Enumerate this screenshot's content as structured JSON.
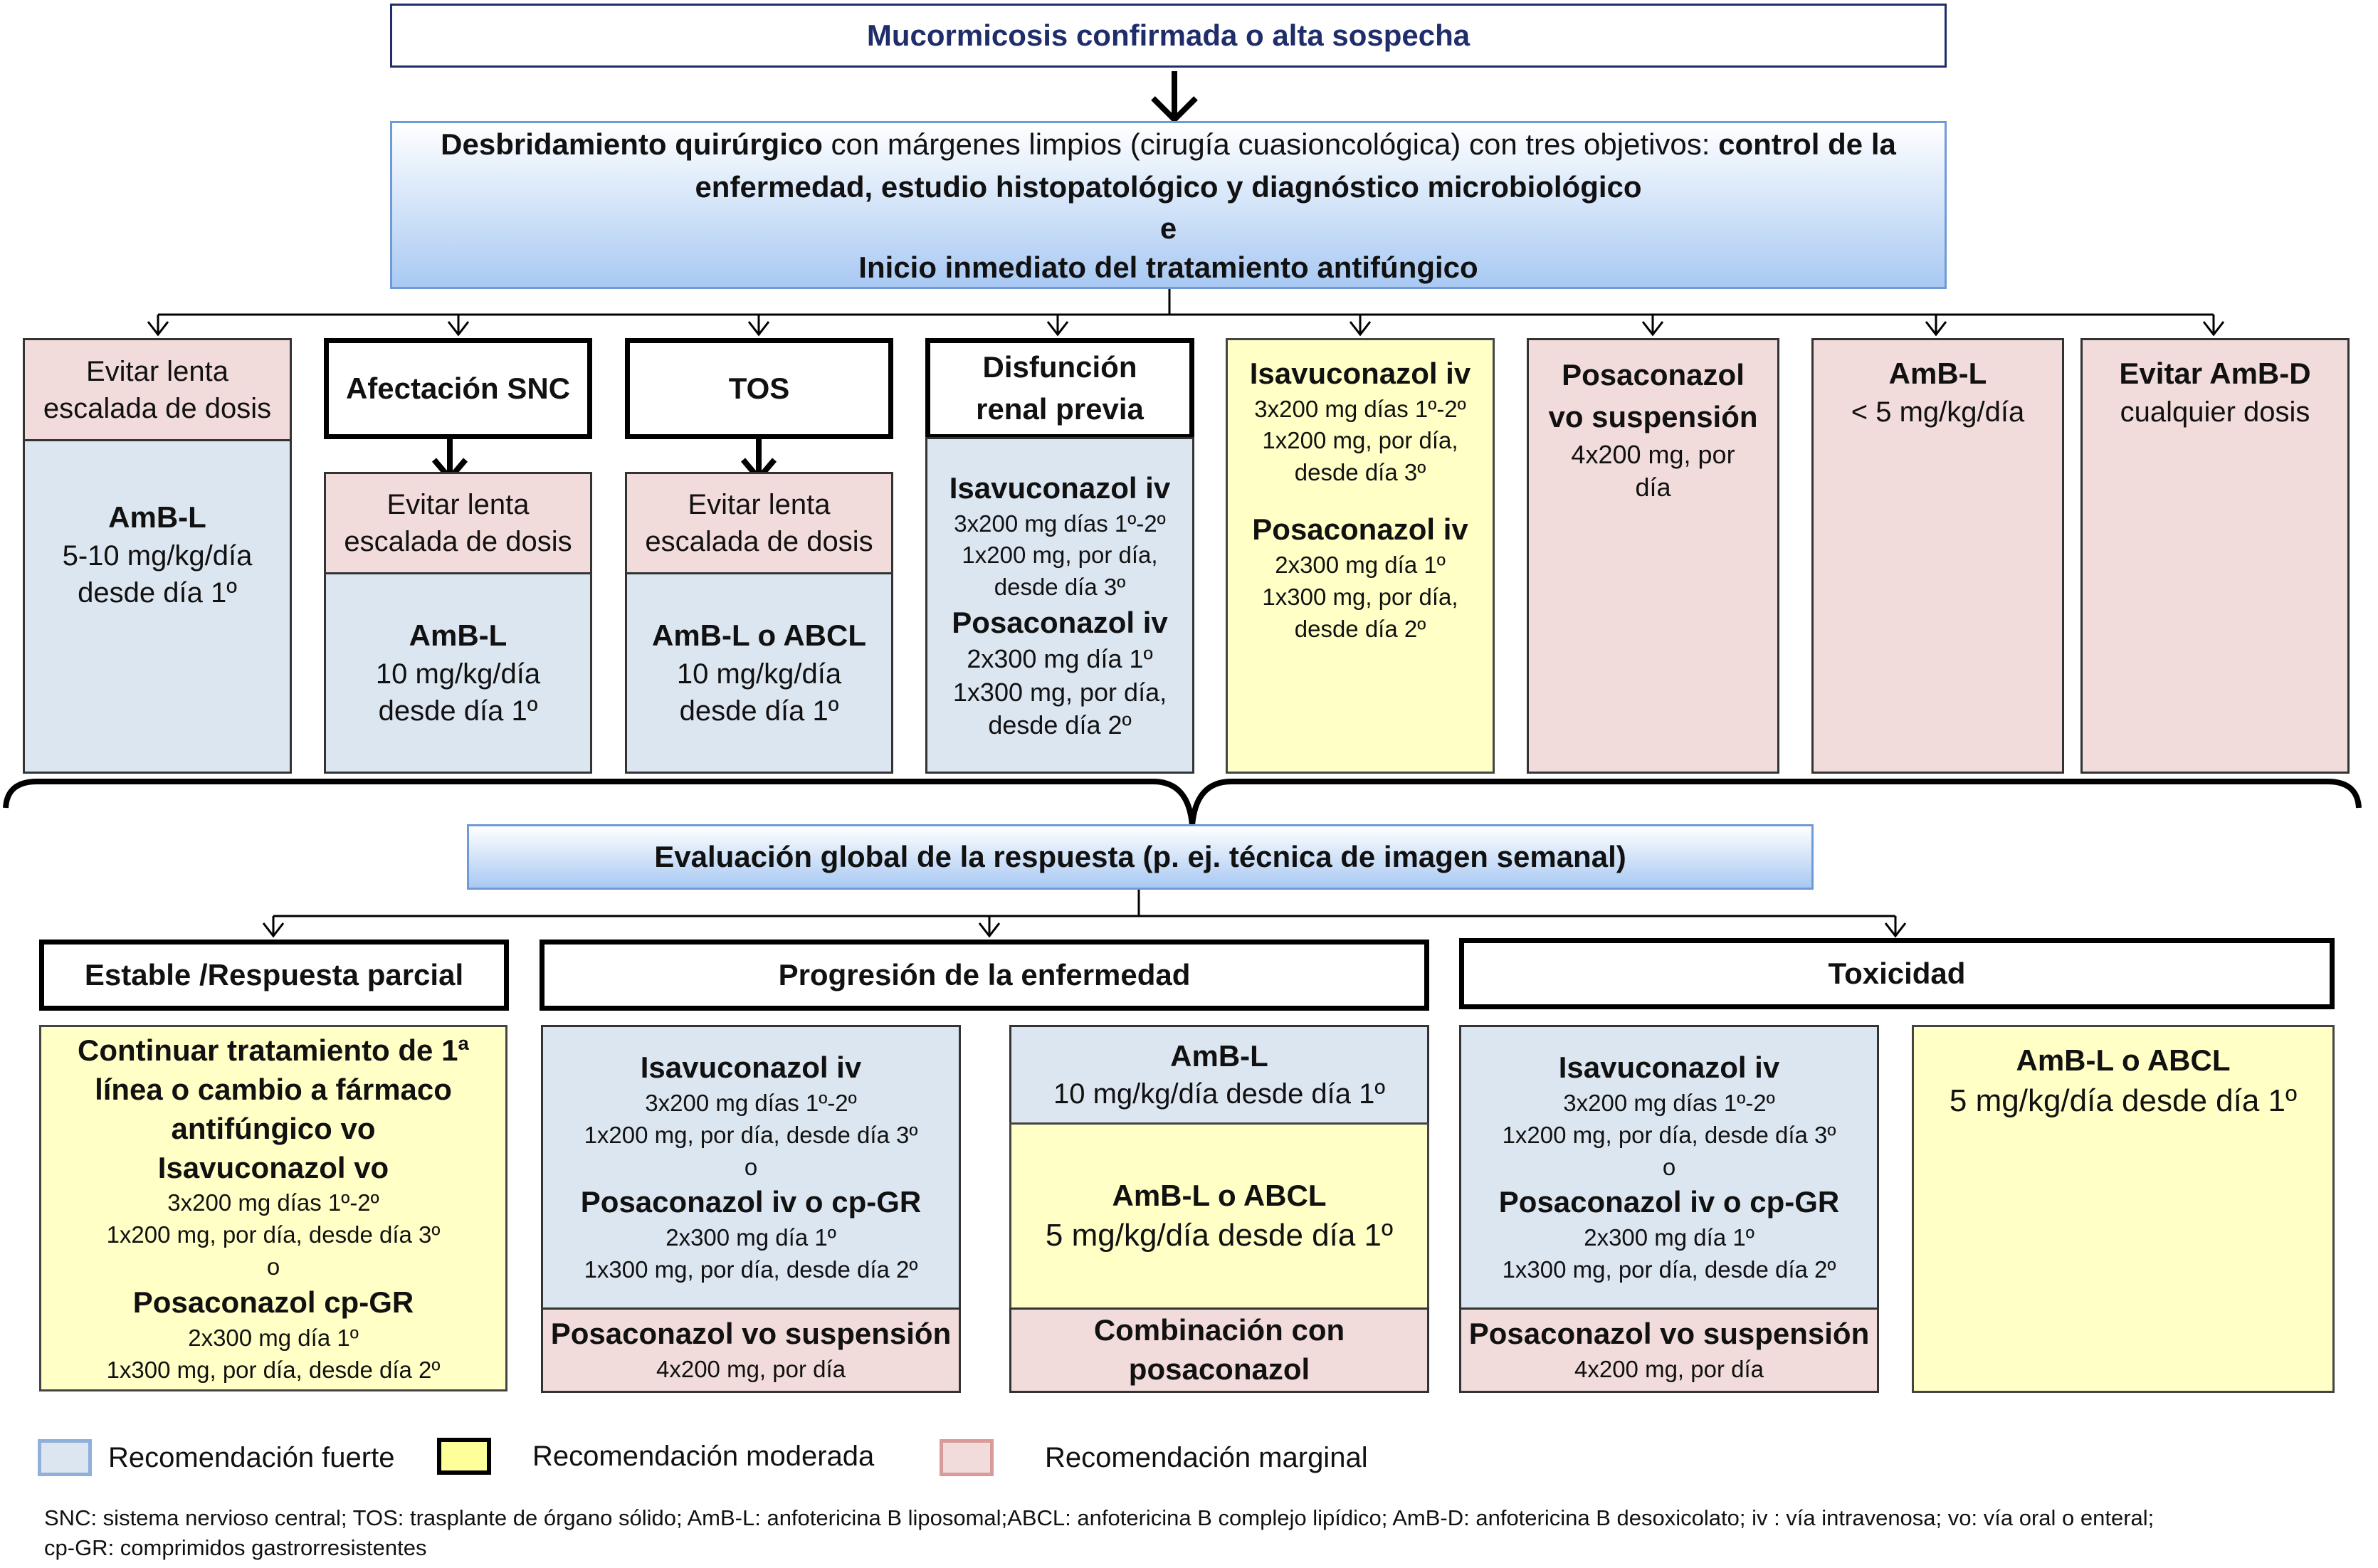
{
  "title": "Mucormicosis confirmada o alta sospecha",
  "intro": {
    "p1_bold": "Desbridamiento quirúrgico",
    "p1_normal": " con márgenes limpios (cirugía cuasioncológica) con tres objetivos: ",
    "p1_bold2": "control de la  enfermedad,  estudio histopatológico y diagnóstico microbiológico",
    "e": "e",
    "line2": "Inicio inmediato del tratamiento antifúngico"
  },
  "col1": {
    "top": "Evitar lenta escalada de dosis",
    "drug": "AmB-L",
    "l1": "5-10 mg/kg/día",
    "l2": "desde día 1º"
  },
  "col2": {
    "head": "Afectación SNC",
    "warn": "Evitar lenta escalada de dosis",
    "drug": "AmB-L",
    "l1": "10 mg/kg/día",
    "l2": "desde día 1º"
  },
  "col3": {
    "head": "TOS",
    "warn": "Evitar lenta escalada de dosis",
    "drug": "AmB-L o ABCL",
    "l1": "10 mg/kg/día",
    "l2": "desde día 1º"
  },
  "col4": {
    "head": "Disfunción renal previa",
    "d1": "Isavuconazol iv",
    "d1a": "3x200 mg días 1º-2º",
    "d1b": "1x200 mg, por día,",
    "d1c": "desde día 3º",
    "d2": "Posaconazol iv",
    "d2a": "2x300 mg día 1º",
    "d2b": "1x300 mg, por día,",
    "d2c": "desde día 2º"
  },
  "col5": {
    "d1": "Isavuconazol iv",
    "d1a": "3x200 mg días 1º-2º",
    "d1b": "1x200 mg, por día,",
    "d1c": "desde día 3º",
    "d2": "Posaconazol iv",
    "d2a": "2x300 mg día 1º",
    "d2b": "1x300 mg, por día,",
    "d2c": "desde día 2º"
  },
  "col6": {
    "d1": "Posaconazol vo suspensión",
    "l1": "4x200 mg, por día"
  },
  "col7": {
    "d1": "AmB-L",
    "l1": "< 5 mg/kg/día"
  },
  "col8": {
    "d1": "Evitar AmB-D",
    "l1": "cualquier dosis"
  },
  "eval": "Evaluación global de la respuesta (p. ej. técnica de imagen semanal)",
  "stable": {
    "head": "Estable /Respuesta parcial",
    "intro": "Continuar tratamiento de 1ª línea o cambio a fármaco antifúngico vo",
    "d1": "Isavuconazol vo",
    "d1a": "3x200 mg días 1º-2º",
    "d1b": "1x200 mg, por día, desde día 3º",
    "o": "o",
    "d2": "Posaconazol cp-GR",
    "d2a": "2x300 mg día 1º",
    "d2b": "1x300 mg, por día, desde día 2º"
  },
  "prog": {
    "head": "Progresión de la enfermedad",
    "left": {
      "d1": "Isavuconazol iv",
      "d1a": "3x200 mg días 1º-2º",
      "d1b": "1x200 mg, por día, desde día 3º",
      "o": "o",
      "d2": "Posaconazol iv o cp-GR",
      "d2a": "2x300 mg día 1º",
      "d2b": "1x300 mg, por día, desde día 2º",
      "bottom": "Posaconazol vo suspensión",
      "bottom_l": "4x200 mg, por día"
    },
    "right": {
      "top": "AmB-L",
      "top_l": "10 mg/kg/día desde día 1º",
      "mid": "AmB-L o ABCL",
      "mid_l": "5 mg/kg/día desde día 1º",
      "bottom": "Combinación con posaconazol"
    }
  },
  "tox": {
    "head": "Toxicidad",
    "left": {
      "d1": "Isavuconazol iv",
      "d1a": "3x200 mg días 1º-2º",
      "d1b": "1x200 mg, por día, desde día 3º",
      "o": "o",
      "d2": "Posaconazol iv o cp-GR",
      "d2a": "2x300 mg día 1º",
      "d2b": "1x300 mg, por día, desde día 2º",
      "bottom": "Posaconazol vo suspensión",
      "bottom_l": "4x200 mg, por día"
    },
    "right": {
      "d1": "AmB-L o ABCL",
      "l1": "5 mg/kg/día desde día 1º"
    }
  },
  "legend": {
    "strong": "Recomendación fuerte",
    "moderate": "Recomendación moderada",
    "marginal": "Recomendación marginal"
  },
  "footnote": {
    "l1": "SNC: sistema nervioso central; TOS: trasplante de órgano sólido; AmB-L: anfotericina B liposomal;ABCL: anfotericina B complejo lipídico; AmB-D: anfotericina B desoxicolato; iv :  vía intravenosa; vo: vía oral o enteral;",
    "l2": "cp-GR: comprimidos gastrorresistentes"
  },
  "colors": {
    "strong": "#dce6f1",
    "moderate": "#ffffc6",
    "marginal": "#f2dcdb",
    "header_gradient": "#a9c9f3",
    "title_text": "#1f2d6b"
  }
}
